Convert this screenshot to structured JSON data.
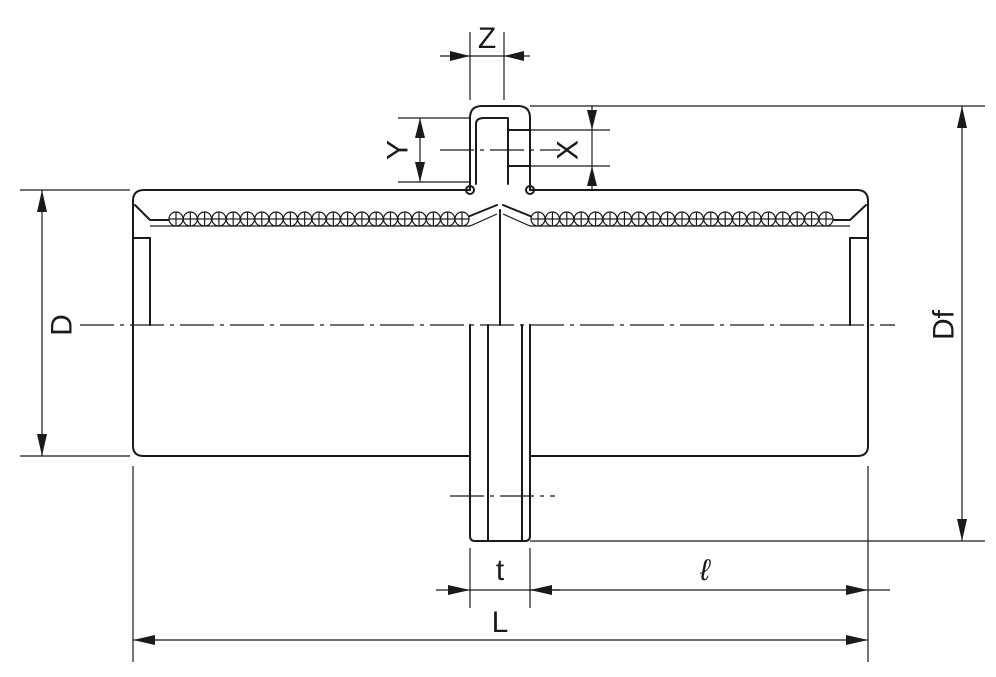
{
  "labels": {
    "z": "Z",
    "y": "Y",
    "x": "X",
    "d": "D",
    "df": "Df",
    "t": "t",
    "l_small": "ℓ",
    "l_total": "L"
  },
  "balls": {
    "left_count": 21,
    "right_count": 21
  }
}
